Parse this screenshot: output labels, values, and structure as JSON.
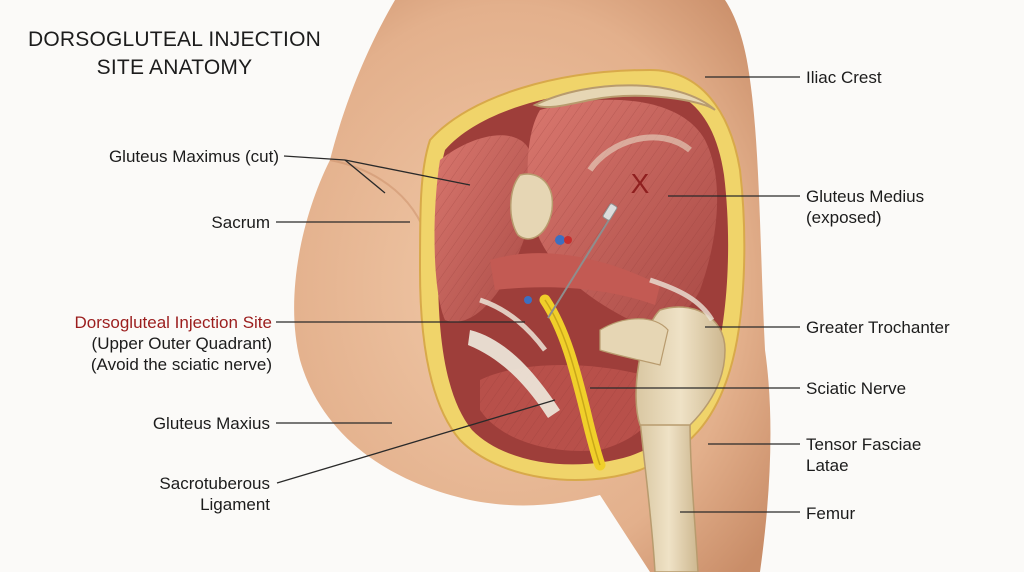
{
  "title": {
    "line1": "DORSOGLUTEAL INJECTION",
    "line2": "SITE ANATOMY"
  },
  "injection_mark": "X",
  "labels": {
    "iliac_crest": "Iliac Crest",
    "gluteus_maximus_cut": "Gluteus Maximus (cut)",
    "gluteus_medius_1": "Gluteus Medius",
    "gluteus_medius_2": "(exposed)",
    "sacrum": "Sacrum",
    "injection_site_1": "Dorsogluteal Injection Site",
    "injection_site_2": "(Upper Outer Quadrant)",
    "injection_site_3": "(Avoid the sciatic nerve)",
    "greater_trochanter": "Greater Trochanter",
    "sciatic_nerve": "Sciatic Nerve",
    "gluteus_maxius": "Gluteus Maxius",
    "tensor_1": "Tensor Fasciae",
    "tensor_2": "Latae",
    "sacrotuberous_1": "Sacrotuberous",
    "sacrotuberous_2": "Ligament",
    "femur": "Femur"
  },
  "colors": {
    "skin": "#e7b896",
    "skin_shadow": "#c98d68",
    "fat": "#f0d46a",
    "muscle": "#c8605a",
    "muscle_dark": "#9e3e3a",
    "bone": "#e6d6b4",
    "nerve": "#f0cf2a",
    "injection_text": "#9b1d1d",
    "line": "#2a2a2a"
  }
}
